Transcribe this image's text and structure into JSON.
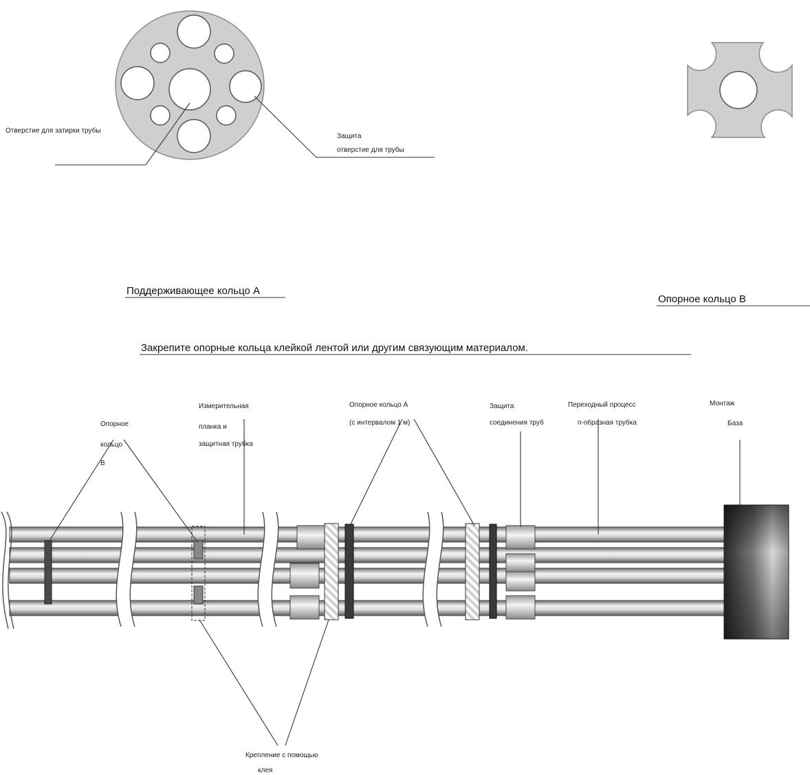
{
  "ring_a": {
    "label_hole_tie": "Отверстие для затирки трубы",
    "label_protect_line1": "Защита",
    "label_protect_line2": "отверстие для трубы",
    "caption": "Поддерживающее кольцо А"
  },
  "ring_b": {
    "caption": "Опорное кольцо В"
  },
  "instruction": "Закрепите опорные кольца клейкой лентой или другим связующим материалом.",
  "assembly": {
    "ring_b_label": [
      "Опорное",
      "кольцо",
      "В"
    ],
    "measuring_label": [
      "Измерительная",
      "планка и",
      "защитная трубка"
    ],
    "ring_a_label": [
      "Опорное кольцо А",
      "(с интервалом 1 м)"
    ],
    "joint_label": [
      "Защита",
      "соединения труб"
    ],
    "transition_label": [
      "Переходный процесс",
      "п-образная трубка"
    ],
    "mount_label": [
      "Монтаж",
      "База"
    ],
    "glue_label": [
      "Крепление с помощью",
      "клея"
    ]
  },
  "colors": {
    "disk_fill": "#cfcfcf",
    "disk_stroke": "#8a8a8a",
    "pipe_dark": "#555555",
    "pipe_light": "#f4f4f4",
    "ring_dark": "#3a3a3a"
  }
}
